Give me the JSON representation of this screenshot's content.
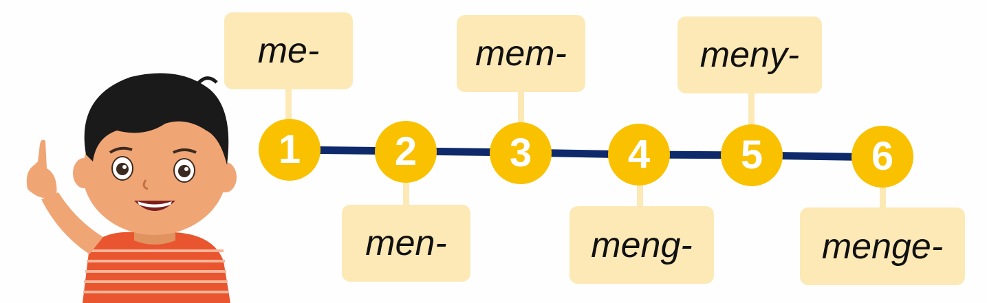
{
  "colors": {
    "node_fill": "#f9c100",
    "node_text": "#ffffff",
    "line": "#0e2a6b",
    "box_fill": "#fde9b5",
    "text": "#111111",
    "skin": "#f0a575",
    "hair": "#1a1a1a",
    "shirt": "#e8552f"
  },
  "steps": [
    {
      "number": "1",
      "prefix": "me-",
      "label_side": "top"
    },
    {
      "number": "2",
      "prefix": "men-",
      "label_side": "bottom"
    },
    {
      "number": "3",
      "prefix": "mem-",
      "label_side": "top"
    },
    {
      "number": "4",
      "prefix": "meng-",
      "label_side": "bottom"
    },
    {
      "number": "5",
      "prefix": "meny-",
      "label_side": "top"
    },
    {
      "number": "6",
      "prefix": "menge-",
      "label_side": "bottom"
    }
  ],
  "illustration": {
    "subject": "boy-pointing-up"
  }
}
